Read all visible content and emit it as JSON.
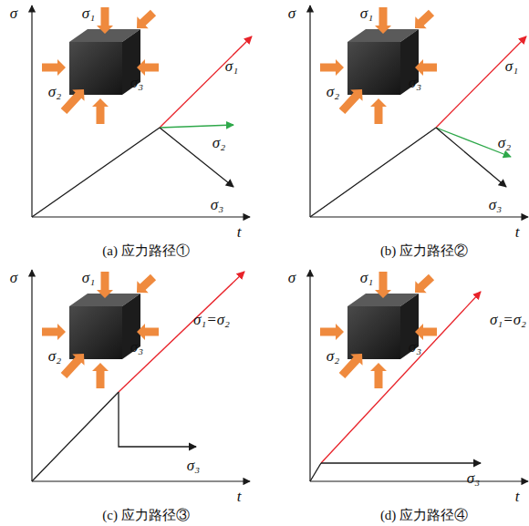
{
  "diagram": {
    "labels": [
      "σ",
      "t",
      "σ₁",
      "σ₂",
      "σ₃",
      "σ₁",
      "σ₂",
      "σ₃",
      "(a) 应力路径①",
      "σ",
      "t",
      "σ₁",
      "σ₂",
      "σ₃",
      "σ₁",
      "σ₂",
      "σ₃",
      "(b) 应力路径②",
      "σ",
      "t",
      "σ₁",
      "σ₂",
      "σ₃",
      "σ₁=σ₂",
      "σ₃",
      "(c) 应力路径③",
      "σ",
      "t",
      "σ₁",
      "σ₂",
      "σ₃",
      "σ₁=σ₂",
      "σ₃",
      "(d) 应力路径④"
    ]
  }
}
